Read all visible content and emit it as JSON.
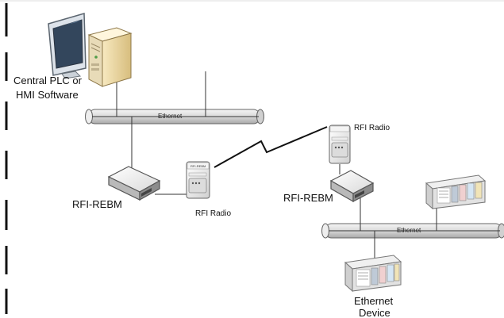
{
  "diagram": {
    "central_label_line1": "Central PLC or",
    "central_label_line2": "HMI Software",
    "ethernet_left": "Ethernet",
    "ethernet_right": "Ethernet",
    "rfi_radio_left": "RFI Radio",
    "rfi_radio_right": "RFI Radio",
    "rfi_rebm_left": "RFI-REBM",
    "rfi_rebm_right": "RFI-REBM",
    "device_label_line1": "Ethernet",
    "device_label_line2": "Device"
  },
  "icons": {
    "computer": "computer-icon",
    "modem": "rfi-rebm-icon",
    "radio": "rfi-radio-icon",
    "plc": "plc-rack-icon",
    "wireless": "wireless-link-icon"
  }
}
